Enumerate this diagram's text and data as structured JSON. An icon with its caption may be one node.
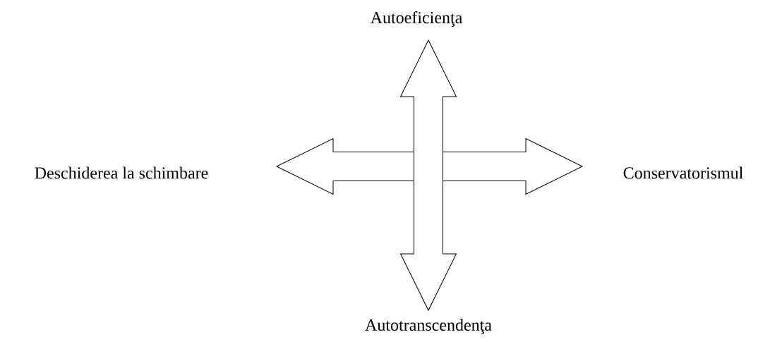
{
  "diagram": {
    "nodes": [
      {
        "text": [
          "Autoeficienţa"
        ]
      },
      {
        "text": [
          "Deschiderea la schimbare"
        ]
      },
      {
        "text": [
          "Conservatorismul"
        ]
      },
      {
        "text": [
          "Autotranscendenţa"
        ]
      }
    ],
    "edges": [
      {
        "from": 1,
        "to": 2,
        "arrow": "both"
      },
      {
        "from": 0,
        "to": 3,
        "arrow": "both"
      }
    ]
  }
}
